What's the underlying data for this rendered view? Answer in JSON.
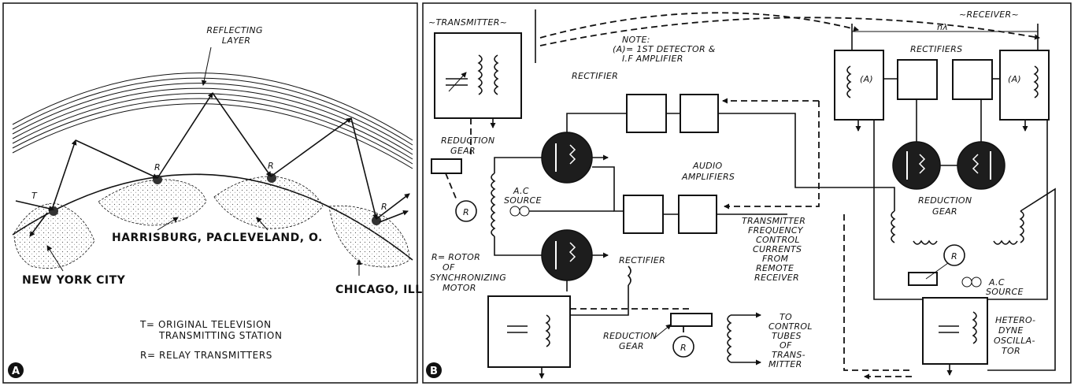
{
  "panel_a": {
    "badge": "A",
    "reflecting_layer": [
      "REFLECTING",
      "LAYER"
    ],
    "relay_marks": [
      "T",
      "R",
      "R",
      "R"
    ],
    "cities": [
      "NEW YORK CITY",
      "HARRISBURG, PA.",
      "CLEVELAND, O.",
      "CHICAGO, ILL."
    ],
    "legend": [
      "T= ORIGINAL TELEVISION",
      "TRANSMITTING STATION",
      "R= RELAY TRANSMITTERS"
    ]
  },
  "panel_b": {
    "badge": "B",
    "transmitter": "~TRANSMITTER~",
    "receiver": "~RECEIVER~",
    "n_lambda": "nλ",
    "note": [
      "NOTE:",
      "(A)= 1ST DETECTOR &",
      "I.F AMPLIFIER"
    ],
    "rectifier": "RECTIFIER",
    "rectifiers": "RECTIFIERS",
    "detector_mark": "(A)",
    "reduction_gear": [
      "REDUCTION",
      "GEAR"
    ],
    "rotor_mark": "R",
    "ac_source": [
      "A.C",
      "SOURCE"
    ],
    "ac_source_2": [
      "A.C",
      "SOURCE"
    ],
    "audio_amplifiers": [
      "AUDIO",
      "AMPLIFIERS"
    ],
    "rotor_note": [
      "R= ROTOR",
      "OF",
      "SYNCHRONIZING",
      "MOTOR"
    ],
    "control_currents": [
      "TRANSMITTER",
      "FREQUENCY",
      "CONTROL",
      "CURRENTS",
      "FROM",
      "REMOTE",
      "RECEIVER"
    ],
    "control_tubes": [
      "TO",
      "CONTROL",
      "TUBES",
      "OF",
      "TRANS-",
      "MITTER"
    ],
    "oscillator": [
      "HETERO-",
      "DYNE",
      "OSCILLA-",
      "TOR"
    ]
  }
}
